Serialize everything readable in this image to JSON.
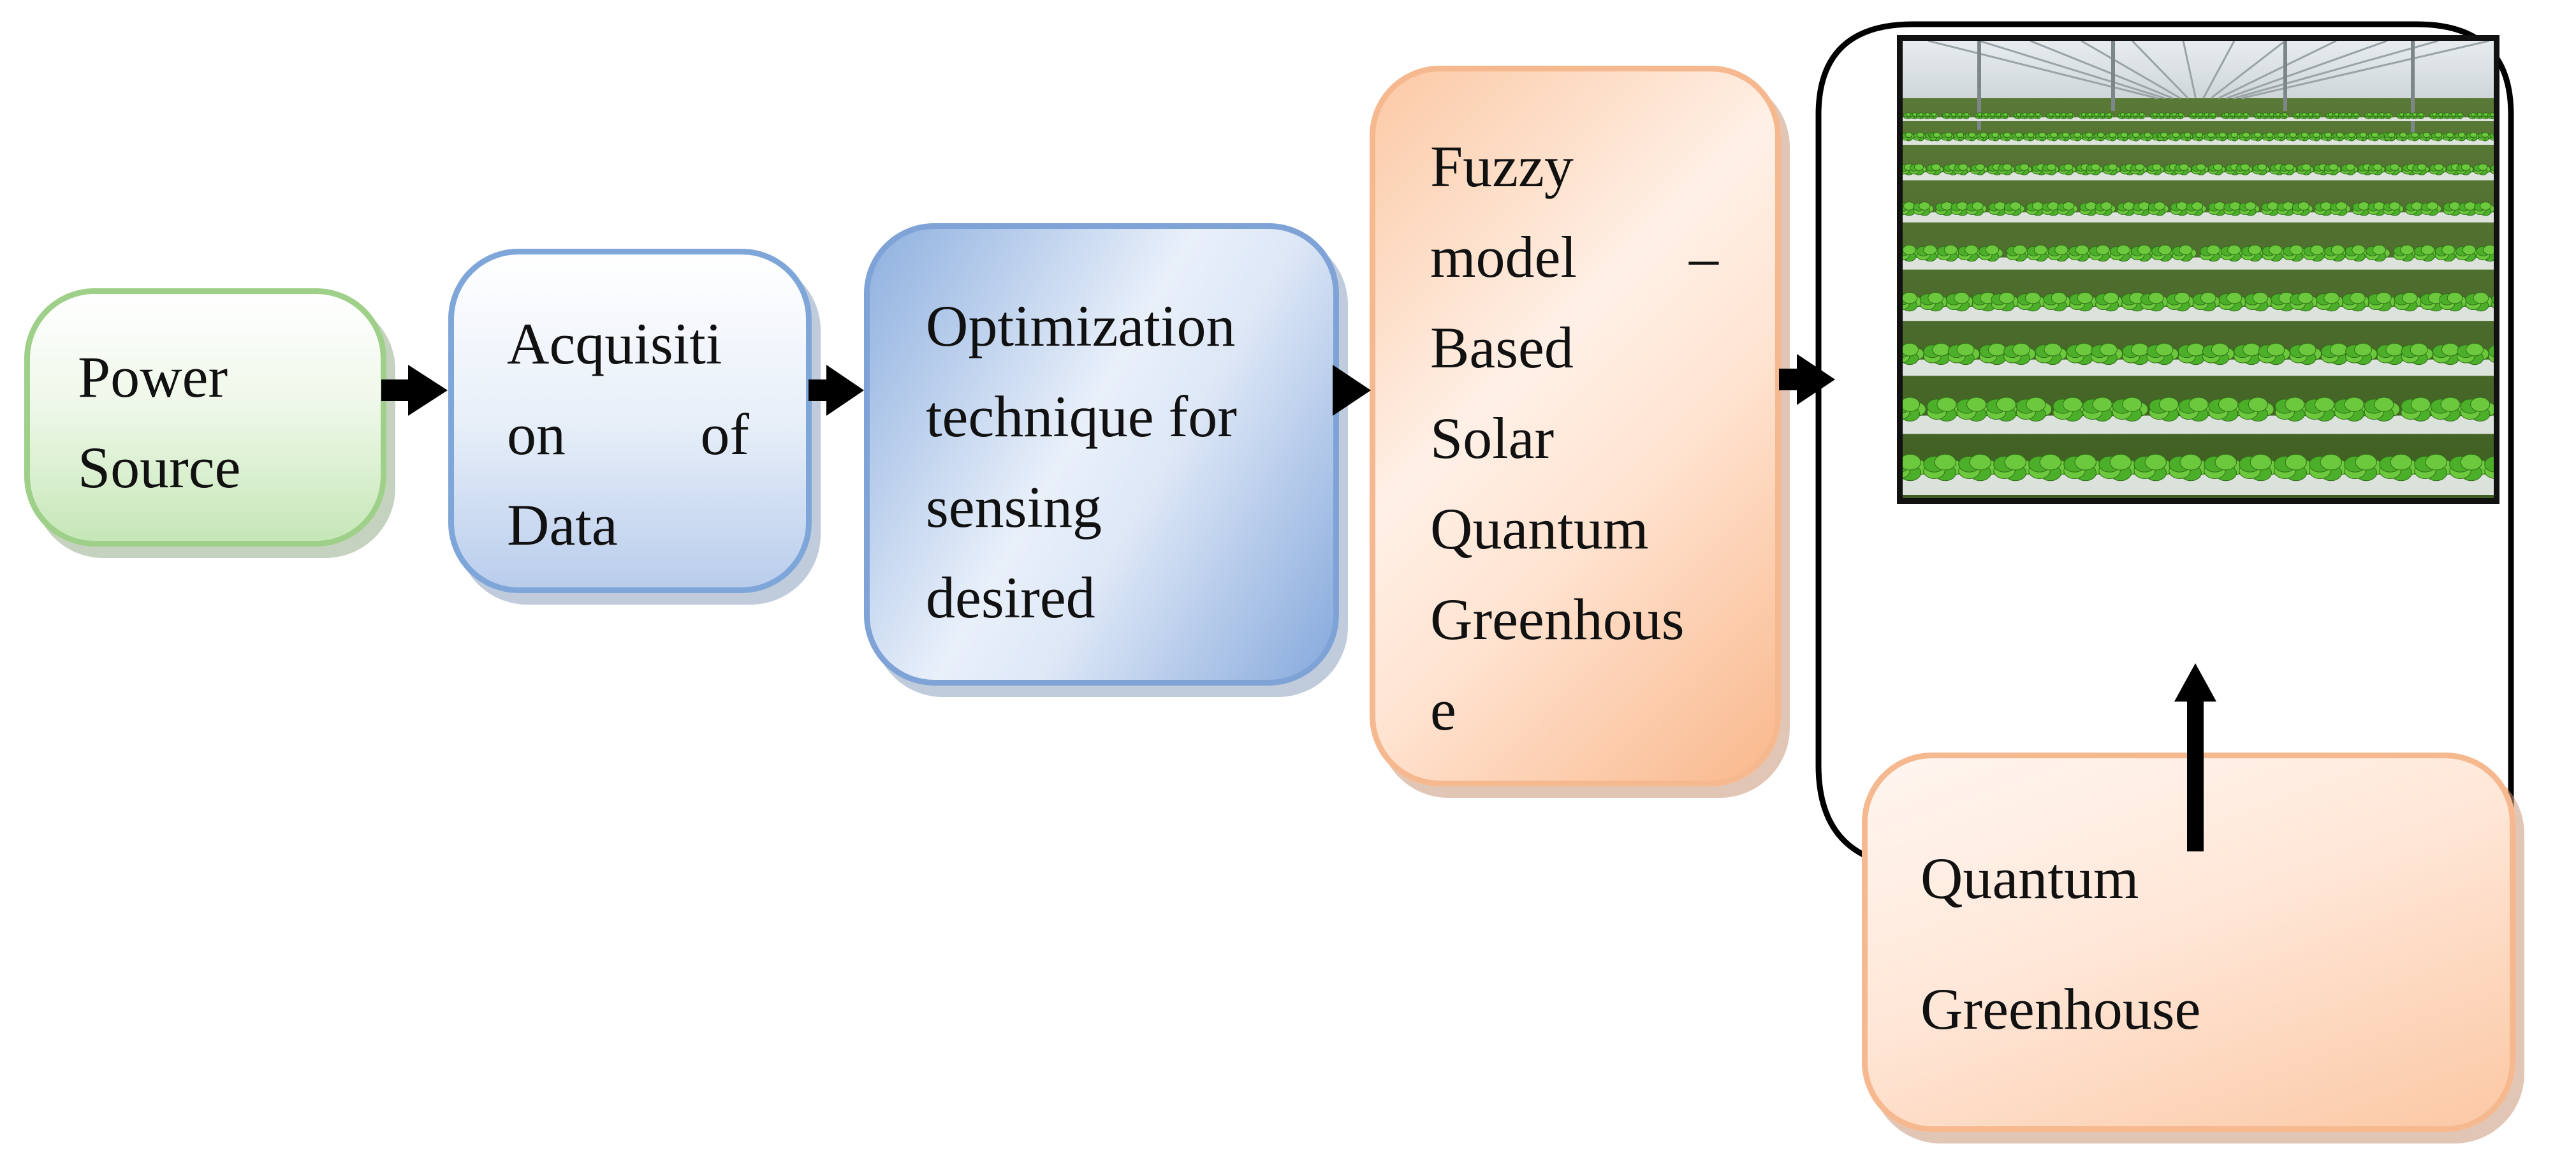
{
  "nodes": {
    "power_source": {
      "lines": [
        "Power",
        "Source"
      ]
    },
    "acquisition": {
      "lines": [
        [
          "Acquisiti"
        ],
        [
          "on",
          "of"
        ],
        [
          "Data"
        ]
      ]
    },
    "optimization": {
      "lines": [
        "Optimization",
        "technique for",
        "sensing",
        "desired"
      ]
    },
    "fuzzy": {
      "lines": [
        [
          "Fuzzy"
        ],
        [
          "model",
          "–"
        ],
        [
          "Based"
        ],
        [
          "Solar"
        ],
        [
          "Quantum"
        ],
        [
          "Greenhous"
        ],
        [
          "e"
        ]
      ]
    },
    "quantum_greenhouse": {
      "lines": [
        "Quantum",
        "Greenhouse"
      ]
    }
  },
  "image": {
    "subject": "greenhouse-lettuce-photo"
  },
  "colors": {
    "green": "#9fd08a",
    "blue": "#7fa6d8",
    "orange": "#f6b88f",
    "arrow": "#000000",
    "plant": "#4caf2a"
  }
}
